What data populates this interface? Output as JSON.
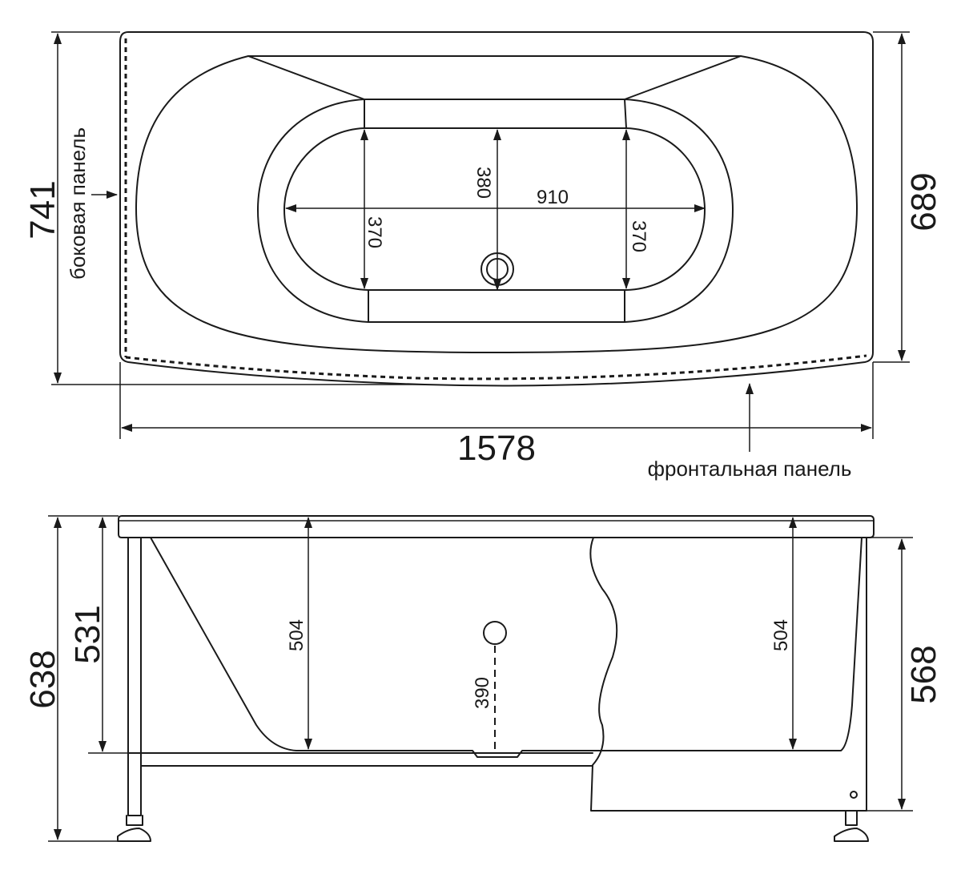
{
  "top_view": {
    "overall_length": "1578",
    "overall_width": "741",
    "inner_width": "689",
    "bowl_length": "910",
    "bowl_width_left": "370",
    "bowl_width_right": "370",
    "drain_offset": "380",
    "side_panel_label": "боковая панель",
    "front_panel_label": "фронтальная панель"
  },
  "side_view": {
    "total_height": "638",
    "height_to_rim": "531",
    "panel_height": "568",
    "depth_left": "504",
    "depth_right": "504",
    "overflow_height": "390"
  }
}
